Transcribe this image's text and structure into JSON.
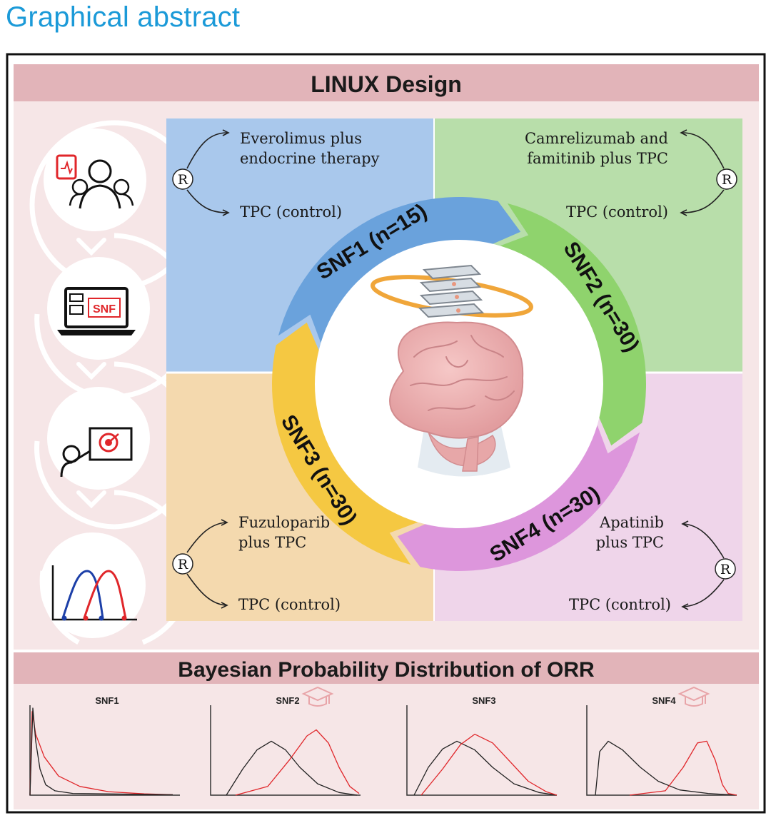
{
  "page": {
    "title": "Graphical abstract"
  },
  "design": {
    "header": "LINUX Design",
    "randomize_label": "R",
    "quadrants": [
      {
        "id": "snf1",
        "arm_top_1": "Everolimus plus",
        "arm_top_2": "endocrine therapy",
        "arm_control": "TPC (control)",
        "ring_label": "SNF1 (n=15)",
        "color": "#a9c8ec"
      },
      {
        "id": "snf2",
        "arm_top_1": "Camrelizumab and",
        "arm_top_2": "famitinib plus TPC",
        "arm_control": "TPC (control)",
        "ring_label": "SNF2 (n=30)",
        "color": "#b8deaa"
      },
      {
        "id": "snf3",
        "arm_top_1": "Fuzuloparib",
        "arm_top_2": "plus  TPC",
        "arm_control": "TPC (control)",
        "ring_label": "SNF3 (n=30)",
        "color": "#f4d9ae"
      },
      {
        "id": "snf4",
        "arm_top_1": "Apatinib",
        "arm_top_2": "plus TPC",
        "arm_control": "TPC (control)",
        "ring_label": "SNF4 (n=30)",
        "color": "#efd5ea"
      }
    ],
    "workflow_icons": [
      "patients-icon",
      "laptop-snf-icon",
      "presenter-target-icon",
      "distribution-chart-icon"
    ],
    "laptop_text": "SNF"
  },
  "bayesian": {
    "header": "Bayesian Probability Distribution of ORR",
    "panels": [
      {
        "label": "SNF1",
        "icon": ""
      },
      {
        "label": "SNF2",
        "icon": "graduation-cap-icon"
      },
      {
        "label": "SNF3",
        "icon": ""
      },
      {
        "label": "SNF4",
        "icon": "graduation-cap-icon"
      }
    ]
  },
  "colors": {
    "title_blue": "#1b9ad8",
    "header_band": "#e2b4b9",
    "panel_bg": "#f6e6e7",
    "ring_snf1": "#6aa2dc",
    "ring_snf2": "#8fd36d",
    "ring_snf3": "#f5c842",
    "ring_snf4": "#dd96dc",
    "curve_red": "#e0262a",
    "curve_black": "#222222"
  }
}
